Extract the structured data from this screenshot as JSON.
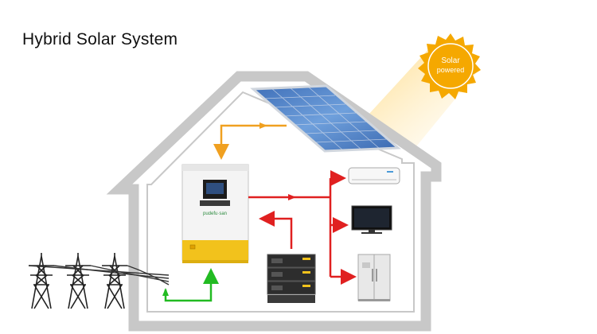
{
  "title": "Hybrid Solar System",
  "sun": {
    "line1": "Solar",
    "line2": "powered"
  },
  "inverter": {
    "brand": "pudefu·san"
  },
  "colors": {
    "pv_line": "#f0a020",
    "battery_line": "#e02020",
    "grid_line": "#22bb22",
    "house_wall": "#c8c8c8",
    "sun": "#f5a800",
    "inverter_accent": "#f2c21c"
  },
  "icons": [
    "sun-badge-icon",
    "solar-panel-icon",
    "inverter-icon",
    "battery-stack-icon",
    "air-conditioner-icon",
    "television-icon",
    "refrigerator-icon",
    "power-pylon-icon"
  ]
}
